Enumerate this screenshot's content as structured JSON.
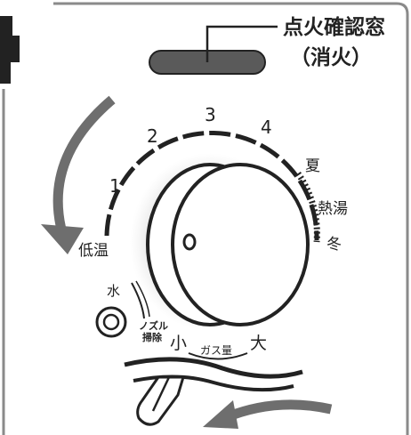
{
  "callout": {
    "line1": "点火確認窓",
    "line2": "（消火）"
  },
  "dial": {
    "level_1": "1",
    "level_2": "2",
    "level_3": "3",
    "level_4": "4",
    "low_temp": "低温",
    "summer": "夏",
    "hot_water": "熱湯",
    "winter": "冬"
  },
  "gas": {
    "small": "小",
    "large": "大",
    "gas_amount": "ガス量"
  },
  "nozzle": {
    "water": "水",
    "nozzle_line1": "ノズル",
    "nozzle_line2": "掃除"
  },
  "colors": {
    "arrow": "#6e6e6e",
    "panel_border": "#8a8a8a",
    "window": "#5a5a5a",
    "ink": "#222222"
  }
}
